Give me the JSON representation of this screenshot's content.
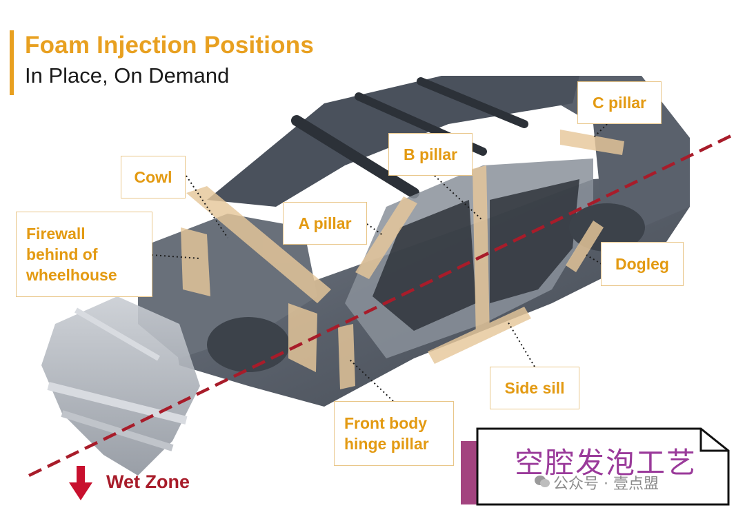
{
  "header": {
    "title": "Foam Injection Positions",
    "subtitle": "In Place, On Demand"
  },
  "labels": {
    "c_pillar": "C pillar",
    "b_pillar": "B pillar",
    "cowl": "Cowl",
    "a_pillar": "A pillar",
    "firewall": "Firewall\nbehind of\nwheelhouse",
    "dogleg": "Dogleg",
    "side_sill": "Side sill",
    "front_body_hinge_pillar": "Front body\nhinge pillar"
  },
  "legend": {
    "wet_zone": "Wet Zone"
  },
  "banner": {
    "text": "空腔发泡工艺",
    "watermark": "公众号 · 壹点盟"
  },
  "colors": {
    "accent": "#e39a12",
    "title": "#e8a020",
    "label_border": "#e9c689",
    "foam": "#e6c79a",
    "wet_line": "#a81c2a",
    "banner_text": "#9a3a9a",
    "banner_accent": "#a3437f"
  },
  "icons": {
    "wet_zone_arrow": "arrow-down-icon",
    "watermark_logo": "wechat-icon"
  }
}
